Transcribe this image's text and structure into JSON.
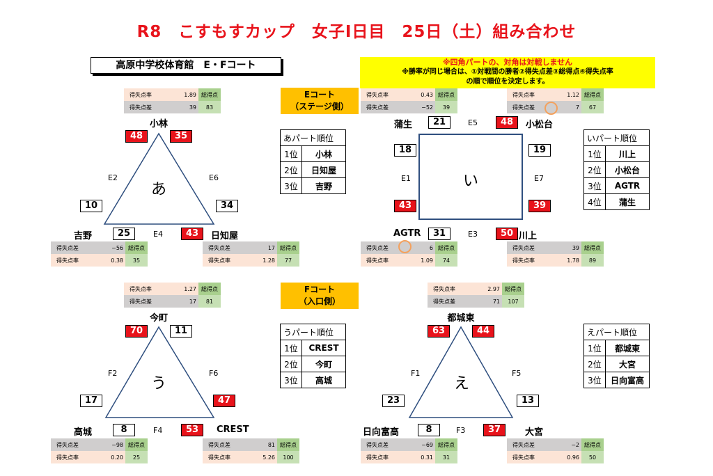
{
  "title": "R8　こすもすカップ　女子Ⅰ日目　25日（土）組み合わせ",
  "venue": "高原中学校体育館　E・Fコート",
  "notice": {
    "line1": "※四角パートの、対角は対戦しません",
    "line2": "※勝率が同じ場合は、①対戦間の勝者②得失点差③総得点④得失点率",
    "line3": "の順で順位を決定します。"
  },
  "courts": {
    "e_line1": "Eコート",
    "e_line2": "（ステージ側）",
    "f_line1": "Fコート",
    "f_line2": "（入口側）"
  },
  "labels": {
    "diff": "得失点差",
    "rate": "得失点率",
    "total": "総得点"
  },
  "pools": {
    "a": {
      "char": "あ",
      "matches": {
        "left": "E2",
        "right": "E6",
        "bottom": "E4"
      },
      "teams": {
        "top": {
          "name": "小林",
          "diff": "39",
          "rate": "1.89",
          "total": "83"
        },
        "left": {
          "name": "吉野",
          "diff": "−56",
          "rate": "0.38",
          "total": "35"
        },
        "right": {
          "name": "日知屋",
          "diff": "17",
          "rate": "1.28",
          "total": "77"
        }
      },
      "scores": {
        "top_left": "48",
        "top_right": "35",
        "left_top": "10",
        "right_top": "34",
        "left_bottom": "25",
        "right_bottom": "43"
      },
      "ranking": {
        "title": "あパート順位",
        "rows": [
          {
            "pos": "1位",
            "team": "小林"
          },
          {
            "pos": "2位",
            "team": "日知屋"
          },
          {
            "pos": "3位",
            "team": "吉野"
          }
        ]
      }
    },
    "i": {
      "char": "い",
      "matches": {
        "top": "E5",
        "left": "E1",
        "right": "E7",
        "bottom": "E3"
      },
      "teams": {
        "tl": {
          "name": "蒲生",
          "diff": "−52",
          "rate": "0.43",
          "total": "39"
        },
        "tr": {
          "name": "小松台",
          "diff": "7",
          "rate": "1.12",
          "total": "67"
        },
        "bl": {
          "name": "AGTR",
          "diff": "6",
          "rate": "1.09",
          "total": "74"
        },
        "br": {
          "name": "川上",
          "diff": "39",
          "rate": "1.78",
          "total": "89"
        }
      },
      "scores": {
        "top_l": "21",
        "top_r": "48",
        "left_t": "18",
        "left_b": "43",
        "right_t": "19",
        "right_b": "39",
        "bottom_l": "31",
        "bottom_r": "50"
      },
      "ranking": {
        "title": "いパート順位",
        "rows": [
          {
            "pos": "1位",
            "team": "川上"
          },
          {
            "pos": "2位",
            "team": "小松台"
          },
          {
            "pos": "3位",
            "team": "AGTR"
          },
          {
            "pos": "4位",
            "team": "蒲生"
          }
        ]
      }
    },
    "u": {
      "char": "う",
      "matches": {
        "left": "F2",
        "right": "F6",
        "bottom": "F4"
      },
      "teams": {
        "top": {
          "name": "今町",
          "diff": "17",
          "rate": "1.27",
          "total": "81"
        },
        "left": {
          "name": "高城",
          "diff": "−98",
          "rate": "0.20",
          "total": "25"
        },
        "right": {
          "name": "CREST",
          "diff": "81",
          "rate": "5.26",
          "total": "100"
        }
      },
      "scores": {
        "top_left": "70",
        "top_right": "11",
        "left_top": "17",
        "right_top": "47",
        "left_bottom": "8",
        "right_bottom": "53"
      },
      "ranking": {
        "title": "うパート順位",
        "rows": [
          {
            "pos": "1位",
            "team": "CREST"
          },
          {
            "pos": "2位",
            "team": "今町"
          },
          {
            "pos": "3位",
            "team": "高城"
          }
        ]
      }
    },
    "e": {
      "char": "え",
      "matches": {
        "left": "F1",
        "right": "F5",
        "bottom": "F3"
      },
      "teams": {
        "top": {
          "name": "都城東",
          "diff": "71",
          "rate": "2.97",
          "total": "107"
        },
        "left": {
          "name": "日向富高",
          "diff": "−69",
          "rate": "0.31",
          "total": "31"
        },
        "right": {
          "name": "大宮",
          "diff": "−2",
          "rate": "0.96",
          "total": "50"
        }
      },
      "scores": {
        "top_left": "63",
        "top_right": "44",
        "left_top": "23",
        "right_top": "13",
        "left_bottom": "8",
        "right_bottom": "37"
      },
      "ranking": {
        "title": "えパート順位",
        "rows": [
          {
            "pos": "1位",
            "team": "都城東"
          },
          {
            "pos": "2位",
            "team": "大宮"
          },
          {
            "pos": "3位",
            "team": "日向富高"
          }
        ]
      }
    }
  }
}
